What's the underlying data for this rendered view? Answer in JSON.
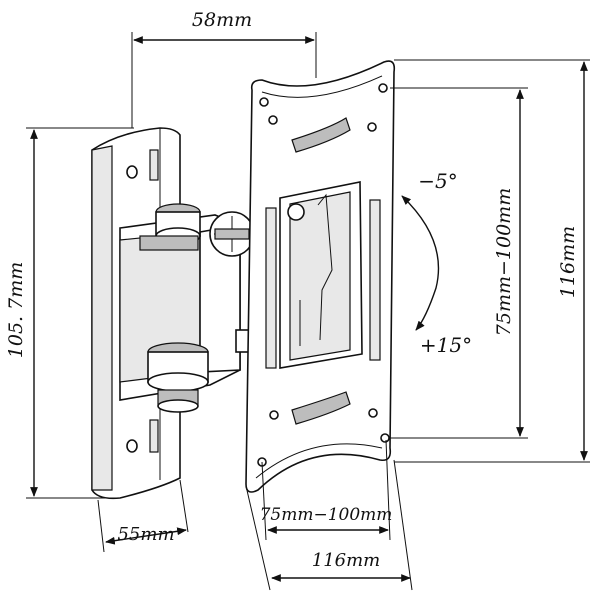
{
  "dimensions": {
    "top_width": "58mm",
    "wall_plate_height": "105. 7mm",
    "wall_plate_width": "55mm",
    "vesa_vertical": "75mm−100mm",
    "vesa_horizontal": "75mm−100mm",
    "plate_height": "116mm",
    "plate_width": "116mm"
  },
  "tilt": {
    "up": "−5°",
    "down": "+15°"
  }
}
